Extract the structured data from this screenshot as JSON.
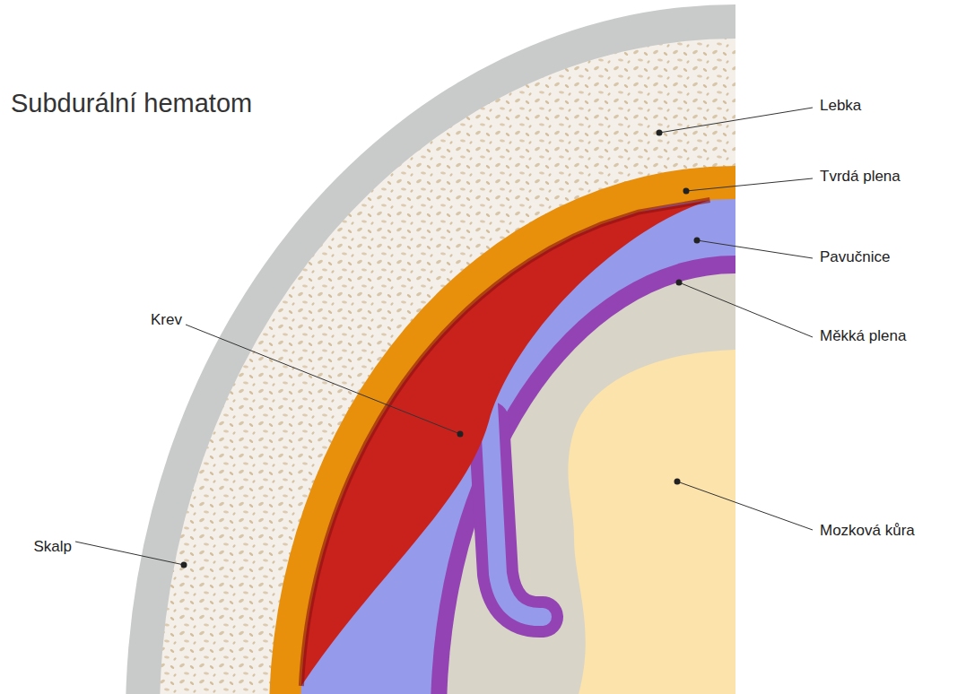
{
  "diagram": {
    "title": "Subdurální hematom",
    "labels": [
      "Lebka",
      "Tvrdá plena",
      "Pavučnice",
      "Měkká plena",
      "Mozková kůra",
      "Krev",
      "Skalp"
    ]
  }
}
